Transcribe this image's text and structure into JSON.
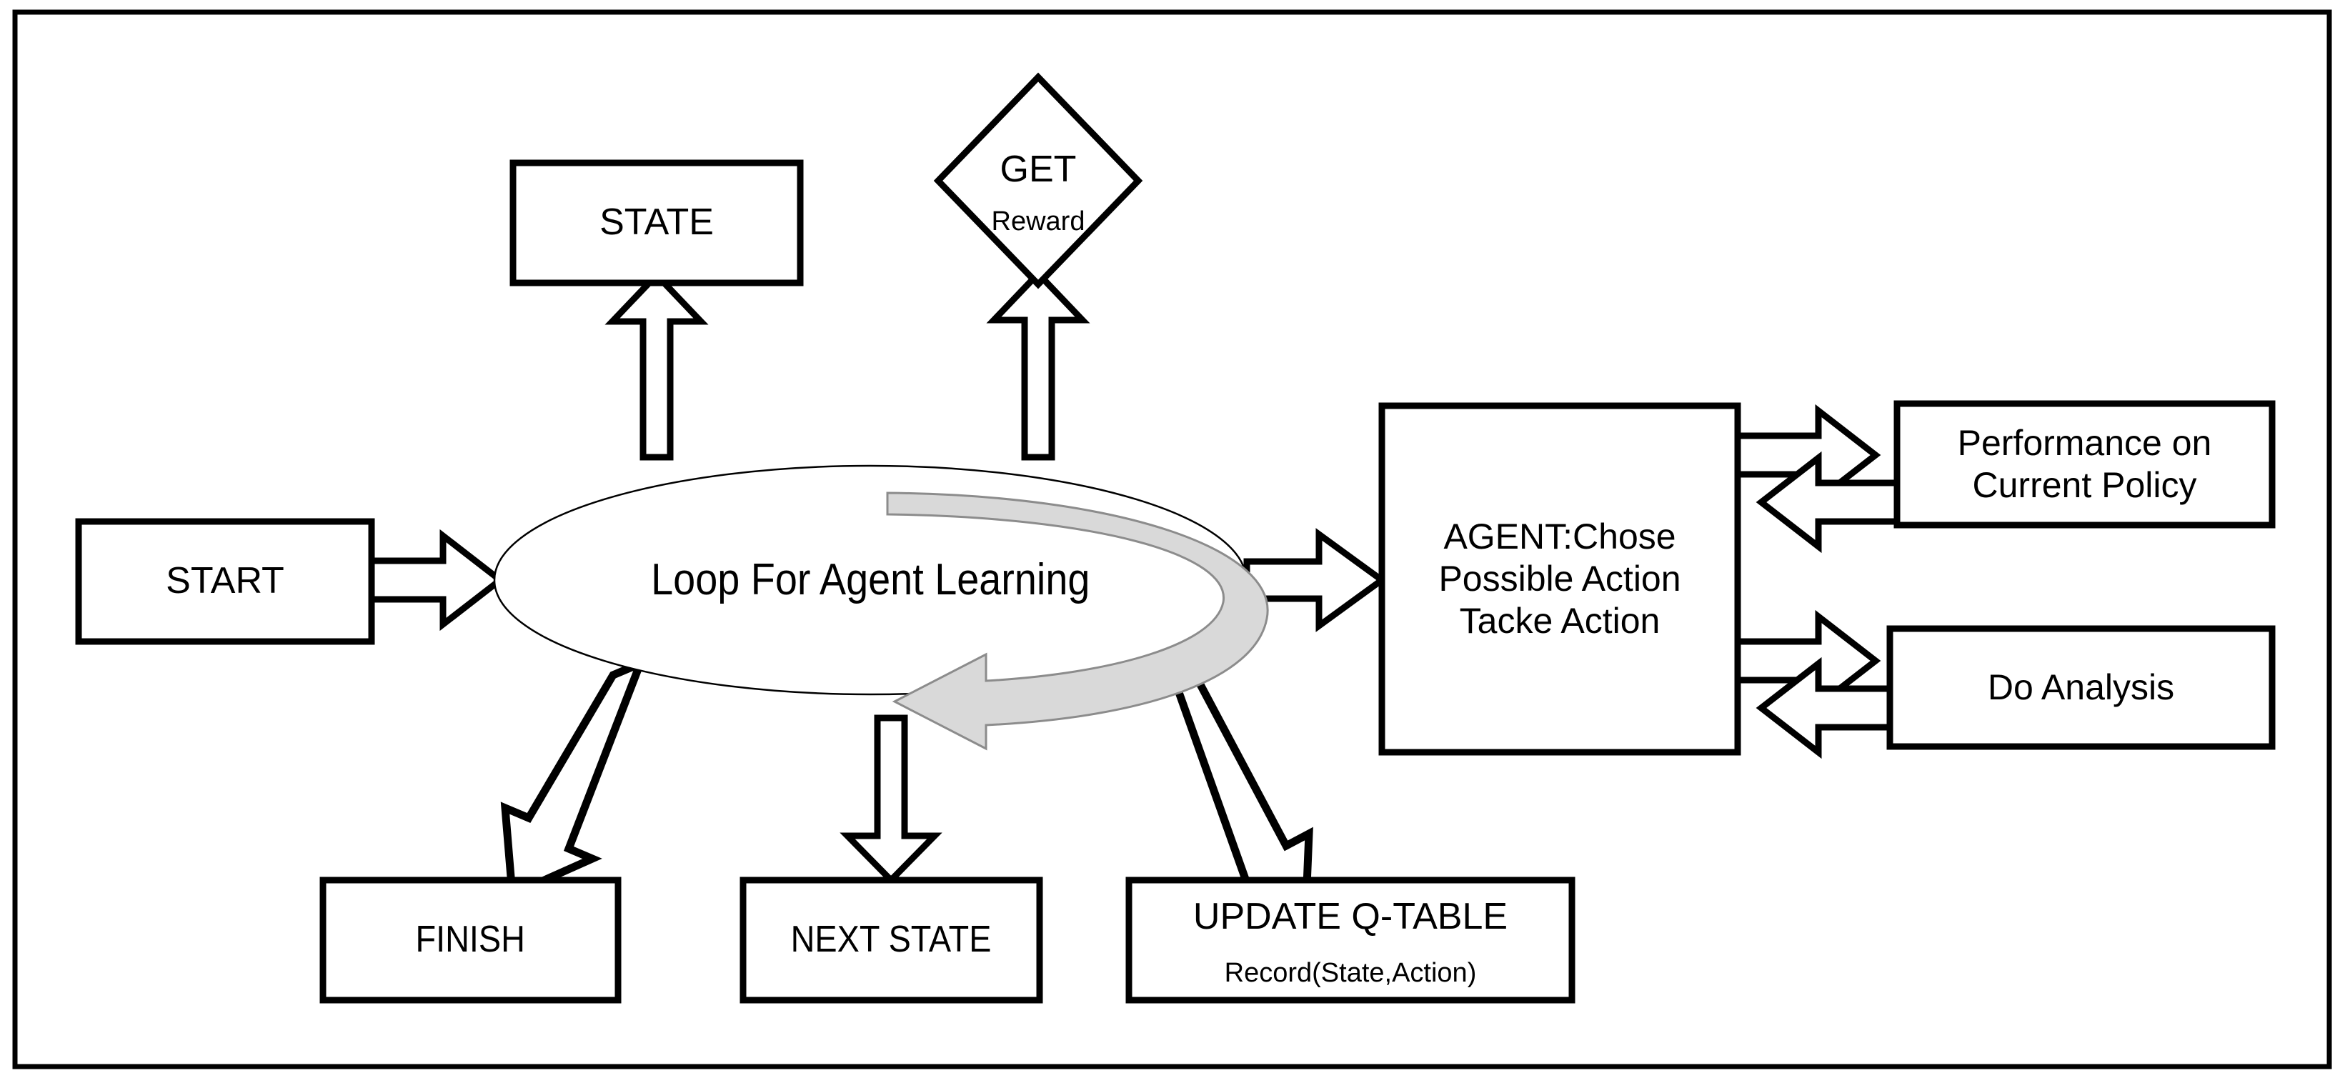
{
  "diagram": {
    "title": "Loop For Agent Learning",
    "frame": {
      "border_color": "#000000"
    },
    "nodes": {
      "start": {
        "label": "START",
        "shape": "rectangle"
      },
      "state": {
        "label": "STATE",
        "shape": "rectangle"
      },
      "get_reward": {
        "line1": "GET",
        "line2": "Reward",
        "shape": "diamond"
      },
      "loop": {
        "label": "Loop For Agent Learning",
        "shape": "ellipse"
      },
      "agent": {
        "line1": "AGENT:Chose",
        "line2": "Possible Action",
        "line3": "Tacke Action",
        "shape": "rectangle"
      },
      "performance": {
        "line1": "Performance on",
        "line2": "Current Policy",
        "shape": "rectangle"
      },
      "analysis": {
        "label": "Do Analysis",
        "shape": "rectangle"
      },
      "finish": {
        "label": "FINISH",
        "shape": "rectangle"
      },
      "next_state": {
        "label": "NEXT STATE",
        "shape": "rectangle"
      },
      "update_q": {
        "line1": "UPDATE Q-TABLE",
        "line2": "Record(State,Action)",
        "shape": "rectangle"
      }
    },
    "connectors": {
      "start_to_loop": "block-arrow-right",
      "loop_to_state": "block-arrow-up",
      "loop_to_get_reward": "block-arrow-up",
      "loop_to_agent": "block-arrow-right",
      "loop_to_finish": "block-arrow-diagonal-down-left",
      "loop_to_next_state": "block-arrow-down",
      "loop_to_update_q": "block-arrow-diagonal-down-right",
      "agent_to_performance": "double-block-arrow-horizontal",
      "agent_to_analysis": "double-block-arrow-horizontal",
      "loop_cycle": "curved-loop-arrow"
    },
    "colors": {
      "stroke": "#000000",
      "fill": "#ffffff",
      "loop_arrow_fill": "#d9d9d9",
      "loop_arrow_stroke": "#7f7f7f"
    }
  }
}
